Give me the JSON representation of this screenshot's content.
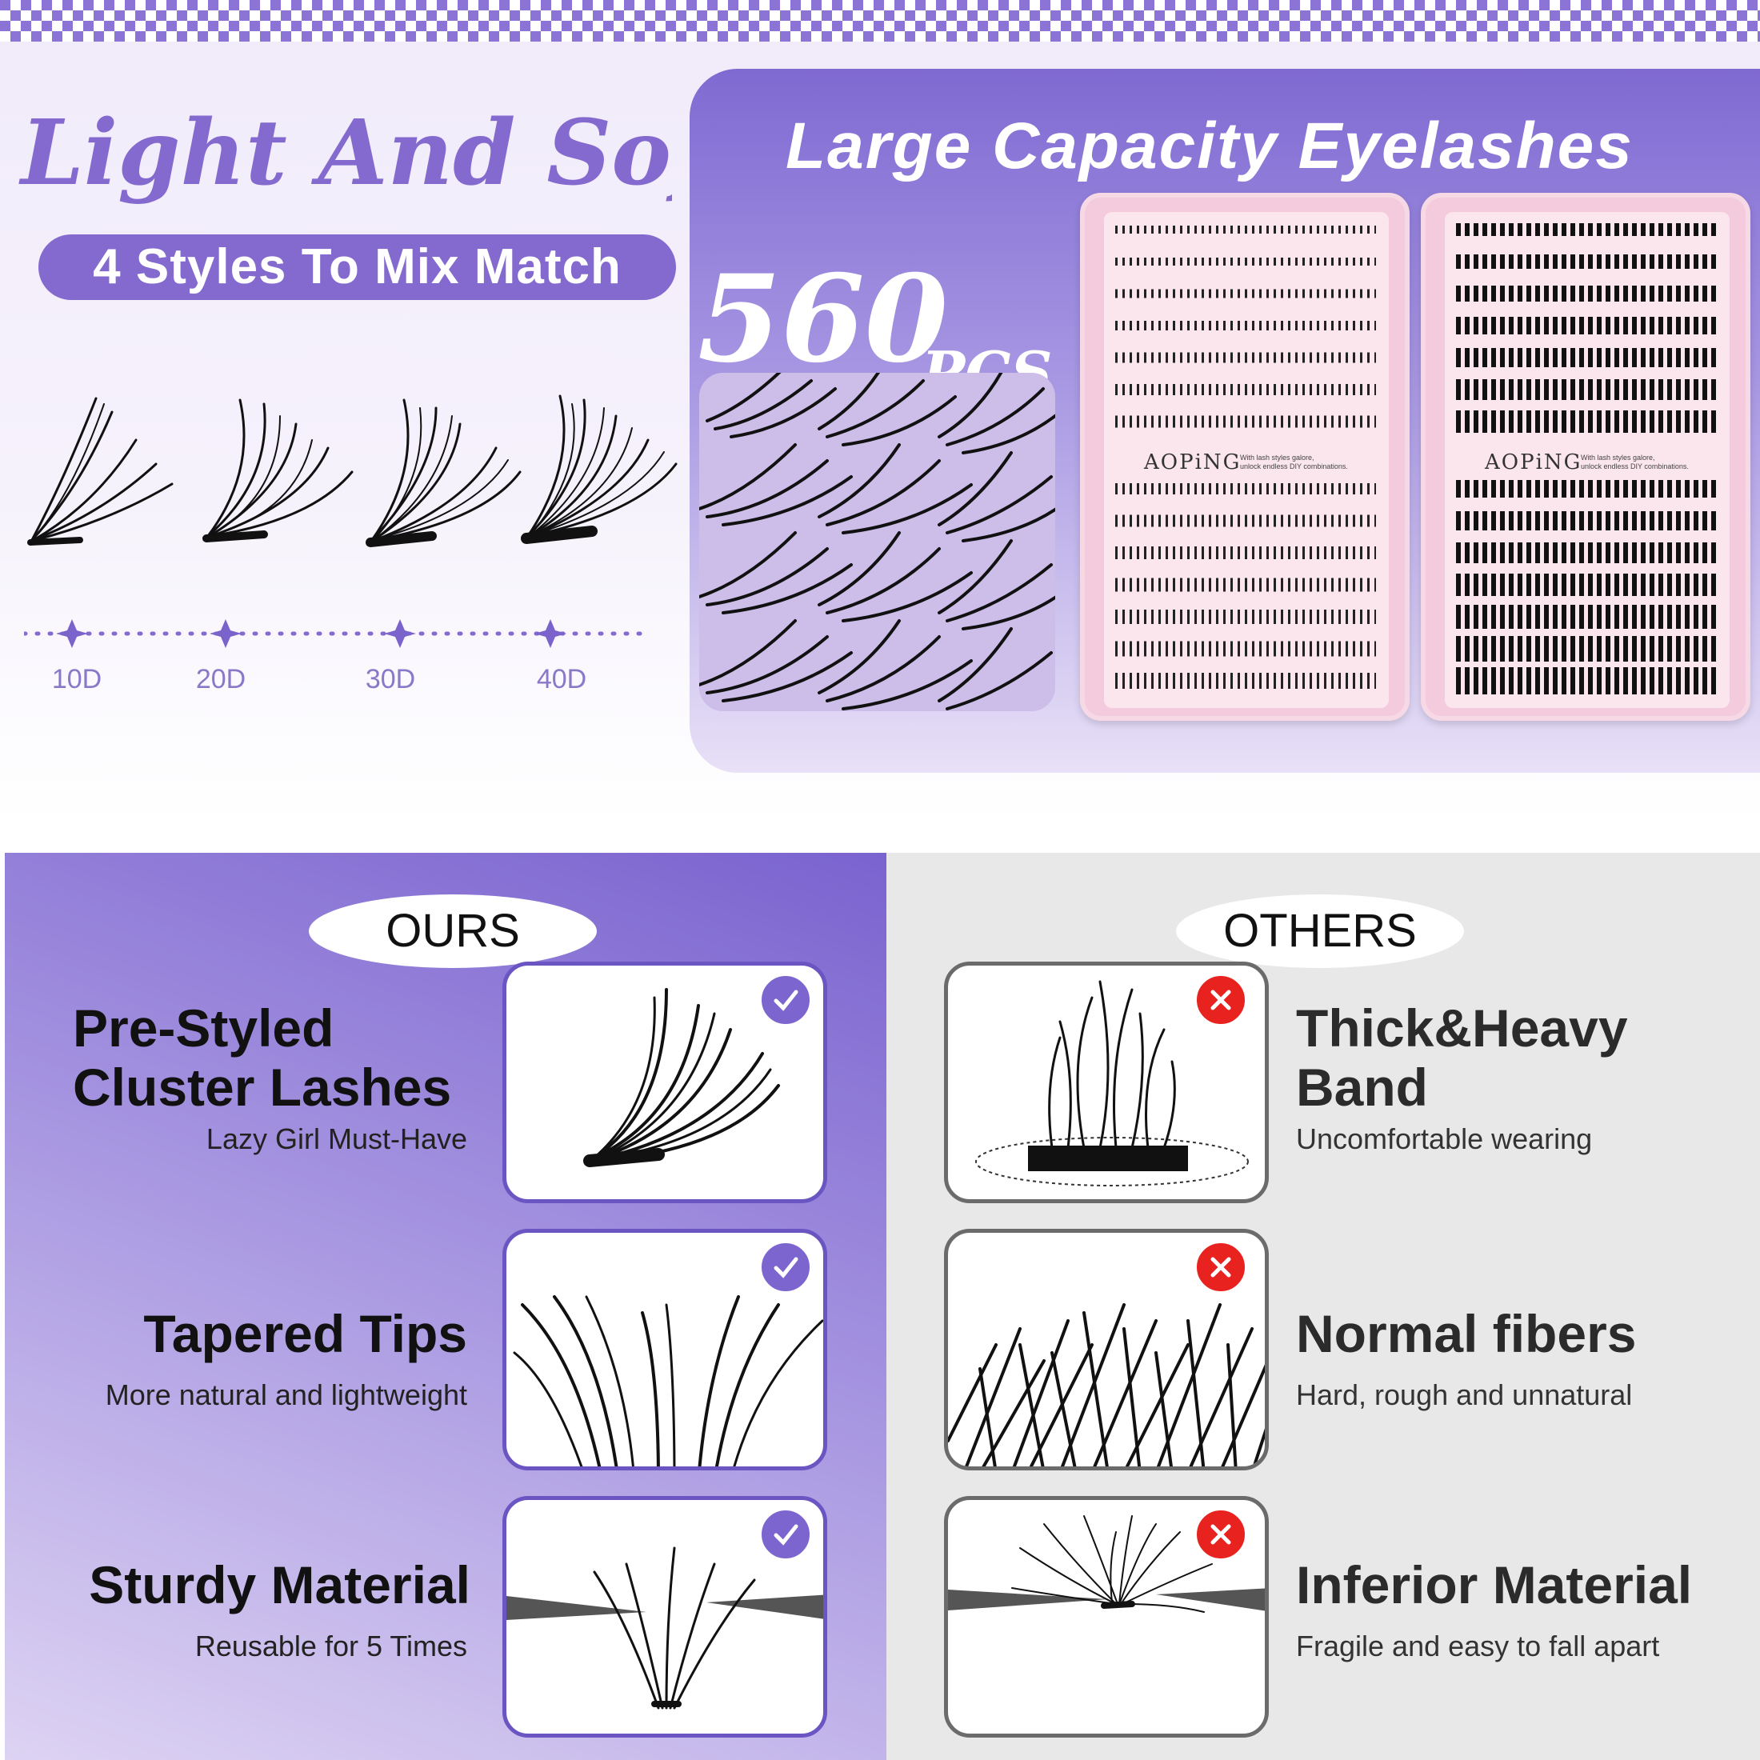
{
  "header": {
    "script_title": "Light And Soft",
    "styles_pill": "4 Styles To Mix Match"
  },
  "density": {
    "labels": [
      "10D",
      "20D",
      "30D",
      "40D"
    ]
  },
  "capacity": {
    "title": "Large Capacity Eyelashes",
    "count": "560",
    "count_unit": "PCS",
    "tray_brand": "AOPiNG",
    "tray_note_line1": "With lash styles galore,",
    "tray_note_line2": "unlock endless DIY combinations."
  },
  "comparison": {
    "ours_label": "OURS",
    "others_label": "OTHERS",
    "ours": [
      {
        "title_line1": "Pre-Styled",
        "title_line2": "Cluster Lashes",
        "subtitle": "Lazy Girl Must-Have"
      },
      {
        "title_line1": "Tapered Tips",
        "title_line2": "",
        "subtitle": "More natural and lightweight"
      },
      {
        "title_line1": "Sturdy Material",
        "title_line2": "",
        "subtitle": "Reusable for 5 Times"
      }
    ],
    "others": [
      {
        "title_line1": "Thick&Heavy",
        "title_line2": "Band",
        "subtitle": "Uncomfortable wearing"
      },
      {
        "title_line1": "Normal fibers",
        "title_line2": "",
        "subtitle": "Hard, rough and unnatural"
      },
      {
        "title_line1": "Inferior Material",
        "title_line2": "",
        "subtitle": "Fragile and easy to fall apart"
      }
    ]
  },
  "colors": {
    "brand_purple": "#8469cf",
    "check_badge": "#7d65cf",
    "cross_badge": "#e8231f",
    "tray_pink": "#f3cbdc"
  },
  "icons": [
    "sparkle-icon",
    "check-icon",
    "cross-icon"
  ]
}
